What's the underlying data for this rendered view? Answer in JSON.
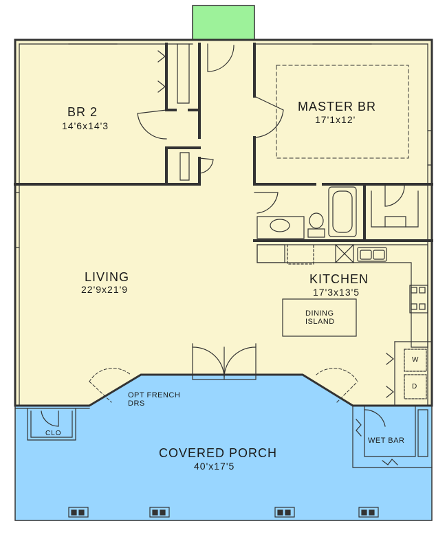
{
  "colors": {
    "floor": "#faf5cf",
    "porch": "#99d6ff",
    "chimney": "#9df29a",
    "wall": "#333333"
  },
  "rooms": {
    "br2": {
      "name": "BR 2",
      "dims": "14'6x14'3"
    },
    "master": {
      "name": "MASTER BR",
      "dims": "17'1x12'"
    },
    "living": {
      "name": "LIVING",
      "dims": "22'9x21'9"
    },
    "kitchen": {
      "name": "KITCHEN",
      "dims": "17'3x13'5"
    },
    "porch": {
      "name": "COVERED PORCH",
      "dims": "40'x17'5"
    }
  },
  "labels": {
    "island_line1": "DINING",
    "island_line2": "ISLAND",
    "french_line1": "OPT FRENCH",
    "french_line2": "DRS",
    "closet": "CLO",
    "wet_bar": "WET BAR",
    "washer": "W",
    "dryer": "D"
  }
}
